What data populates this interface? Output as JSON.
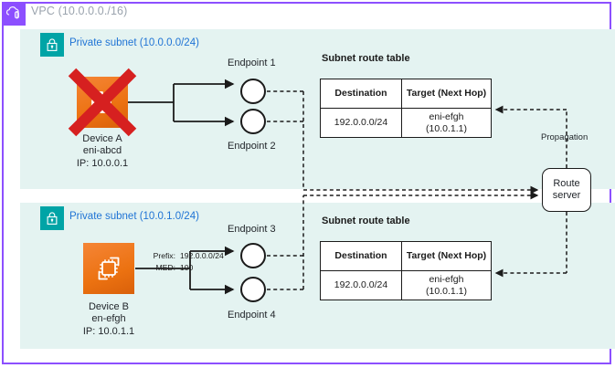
{
  "vpc": {
    "title": "VPC (10.0.0.0./16)",
    "icon": "vpc-cloud-icon",
    "border_color": "#8c4fff"
  },
  "subnets": [
    {
      "label": "Private subnet (10.0.0.0/24)",
      "icon": "lock-icon",
      "fill_color": "#e4f3f1",
      "accent_color": "#00a4a6",
      "device": {
        "icon": "device-appliance-icon",
        "name": "Device A",
        "eni": "eni-abcd",
        "ip": "IP: 10.0.0.1",
        "disabled": true,
        "disabled_marker": "red-x-icon"
      },
      "endpoints": [
        {
          "label": "Endpoint 1"
        },
        {
          "label": "Endpoint 2"
        }
      ],
      "route_table": {
        "title": "Subnet route table",
        "columns": [
          "Destination",
          "Target (Next Hop)"
        ],
        "rows": [
          {
            "destination": "192.0.0.0/24",
            "target_line1": "eni-efgh",
            "target_line2": "(10.0.1.1)"
          }
        ]
      }
    },
    {
      "label": "Private subnet (10.0.1.0/24)",
      "icon": "lock-icon",
      "fill_color": "#e4f3f1",
      "accent_color": "#00a4a6",
      "device": {
        "icon": "device-appliance-icon",
        "name": "Device B",
        "eni": "en-efgh",
        "ip": "IP: 10.0.1.1",
        "disabled": false
      },
      "advertisement": {
        "prefix_key": "Prefix:",
        "prefix_value": "192.0.0.0/24",
        "med_key": "MED:",
        "med_value": "100"
      },
      "endpoints": [
        {
          "label": "Endpoint 3"
        },
        {
          "label": "Endpoint 4"
        }
      ],
      "route_table": {
        "title": "Subnet route table",
        "columns": [
          "Destination",
          "Target (Next Hop)"
        ],
        "rows": [
          {
            "destination": "192.0.0.0/24",
            "target_line1": "eni-efgh",
            "target_line2": "(10.0.1.1)"
          }
        ]
      }
    }
  ],
  "route_server": {
    "line1": "Route",
    "line2": "server"
  },
  "propagation": {
    "label": "Propagation"
  },
  "colors": {
    "vpc_purple": "#8c4fff",
    "subnet_teal": "#00a4a6",
    "subnet_fill": "#e4f3f1",
    "device_orange": "#ec7211",
    "link_black": "#1b1b1b",
    "label_blue": "#2074d5",
    "disabled_red": "#d93025"
  }
}
